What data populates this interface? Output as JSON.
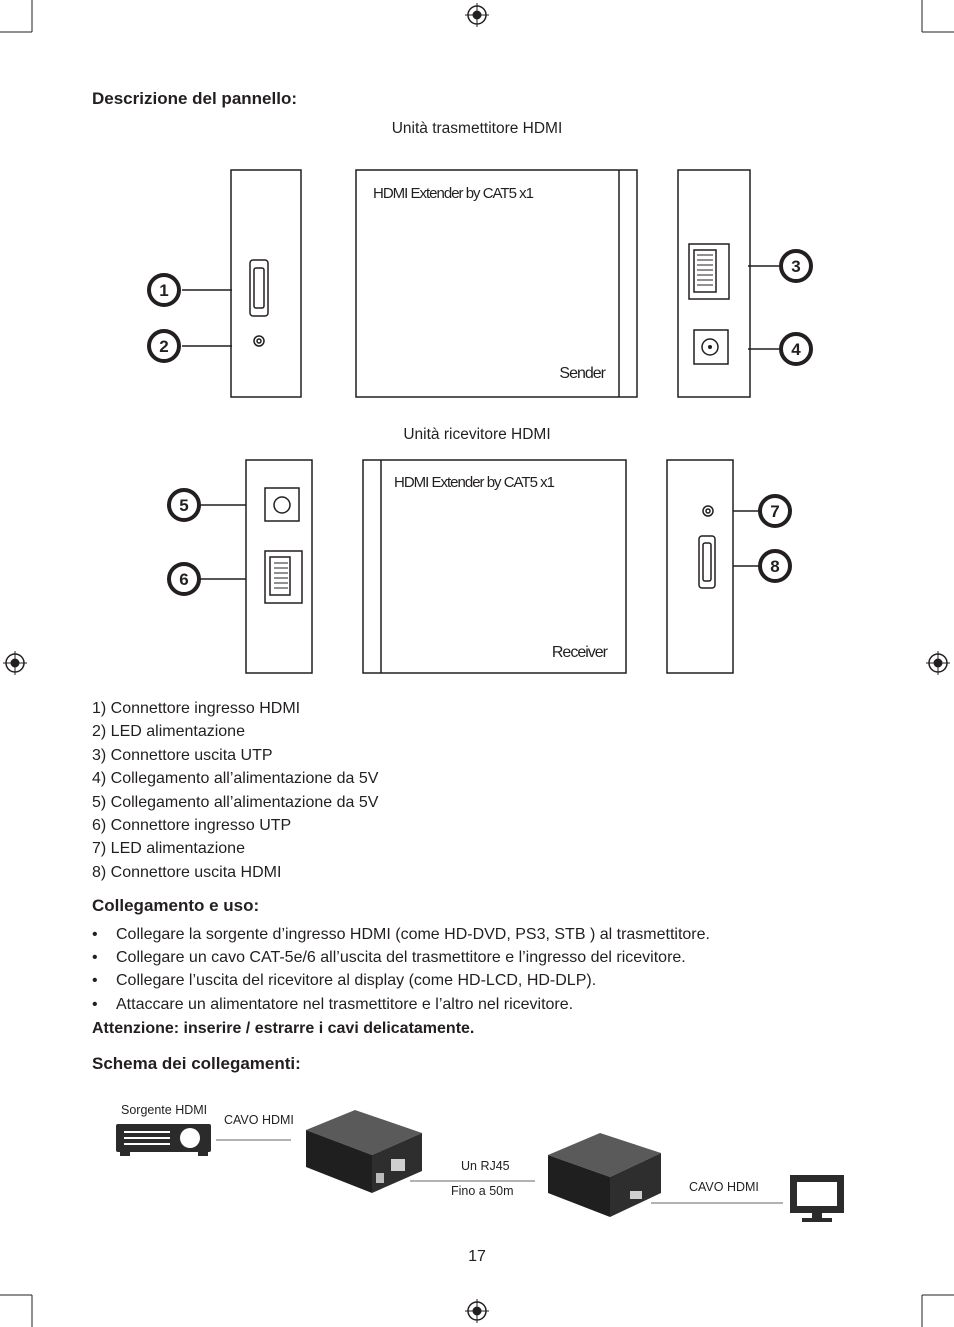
{
  "section_panel": {
    "title": "Descrizione del pannello:",
    "transmitter_caption": "Unità trasmettitore HDMI",
    "receiver_caption": "Unità ricevitore HDMI",
    "device_label": "HDMI Extender by CAT5 x1",
    "sender_label": "Sender",
    "receiver_label": "Receiver",
    "callouts": [
      "1",
      "2",
      "3",
      "4",
      "5",
      "6",
      "7",
      "8"
    ]
  },
  "legend": [
    "1) Connettore ingresso HDMI",
    "2) LED alimentazione",
    "3) Connettore uscita UTP",
    "4) Collegamento all’alimentazione da 5V",
    "5) Collegamento all’alimentazione da 5V",
    "6) Connettore ingresso UTP",
    "7) LED alimentazione",
    "8) Connettore uscita HDMI"
  ],
  "section_usage": {
    "title": "Collegamento e uso:",
    "bullet_symbol": "•",
    "bullets": [
      "Collegare la sorgente d’ingresso HDMI (come HD-DVD, PS3, STB ) al trasmettitore.",
      "Collegare un cavo CAT-5e/6 all’uscita del trasmettitore e l’ingresso del ricevitore.",
      "Collegare l’uscita del ricevitore al display (come HD-LCD, HD-DLP).",
      "Attaccare un alimentatore nel trasmettitore e l’altro nel ricevitore."
    ],
    "warning": "Attenzione: inserire / estrarre i cavi delicatamente."
  },
  "section_schema": {
    "title": "Schema dei collegamenti:",
    "source_label": "Sorgente HDMI",
    "cable1_label": "CAVO HDMI",
    "rj45_label": "Un RJ45",
    "distance_label": "Fino a 50m",
    "cable2_label": "CAVO HDMI"
  },
  "page_number": "17",
  "colors": {
    "text": "#231f20",
    "line": "#231f20",
    "device": "#2b2b2b"
  }
}
